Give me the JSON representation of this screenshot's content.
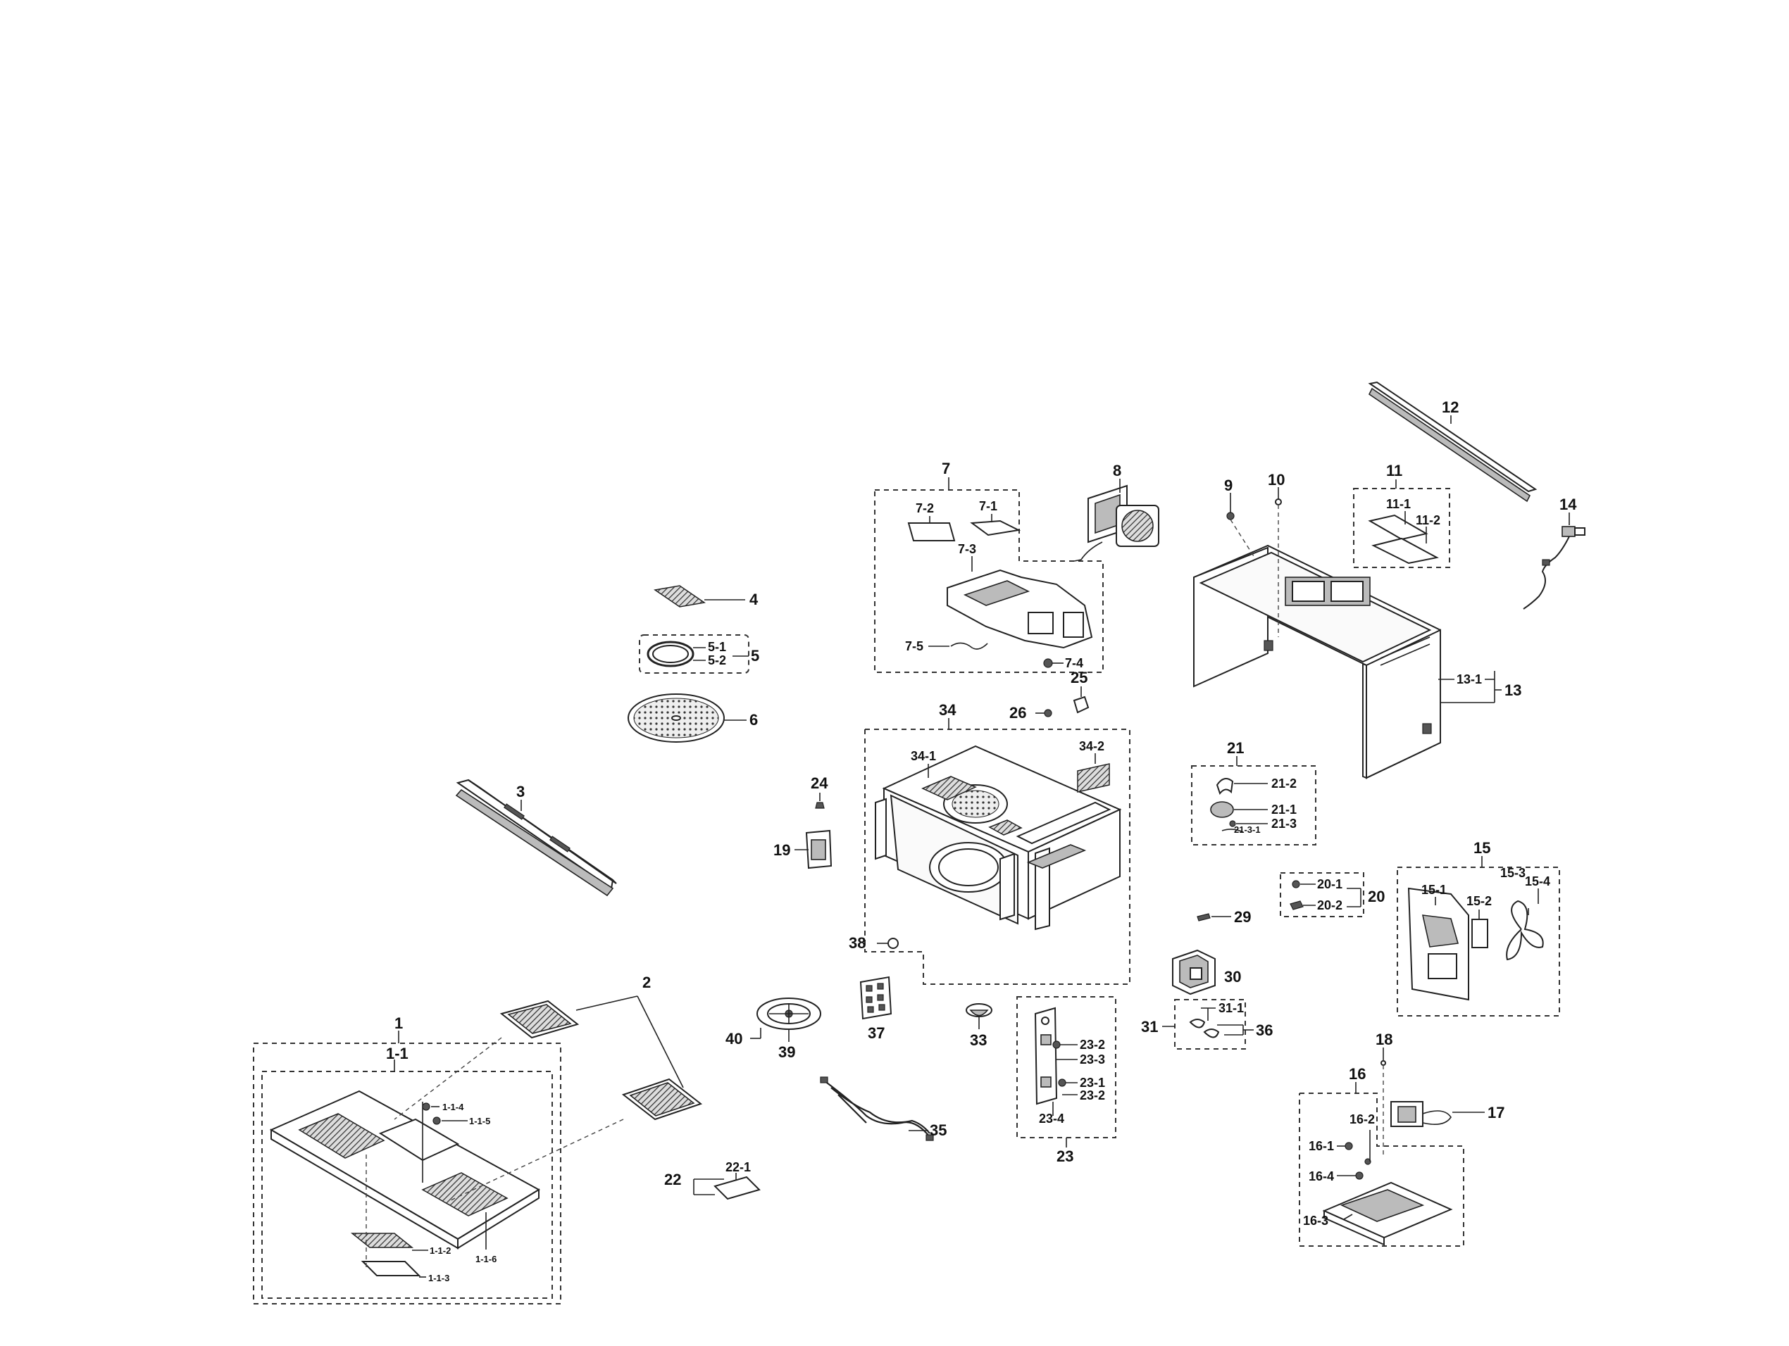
{
  "labels": {
    "l1": "1",
    "l1_1": "1-1",
    "l1_1_2": "1-1-2",
    "l1_1_3": "1-1-3",
    "l1_1_4": "1-1-4",
    "l1_1_5": "1-1-5",
    "l1_1_6": "1-1-6",
    "l2": "2",
    "l3": "3",
    "l4": "4",
    "l5": "5",
    "l5_1": "5-1",
    "l5_2": "5-2",
    "l6": "6",
    "l7": "7",
    "l7_1": "7-1",
    "l7_2": "7-2",
    "l7_3": "7-3",
    "l7_4": "7-4",
    "l7_5": "7-5",
    "l8": "8",
    "l9": "9",
    "l10": "10",
    "l11": "11",
    "l11_1": "11-1",
    "l11_2": "11-2",
    "l12": "12",
    "l13": "13",
    "l13_1": "13-1",
    "l14": "14",
    "l15": "15",
    "l15_1": "15-1",
    "l15_2": "15-2",
    "l15_3": "15-3",
    "l15_4": "15-4",
    "l16": "16",
    "l16_1": "16-1",
    "l16_2": "16-2",
    "l16_3": "16-3",
    "l16_4": "16-4",
    "l17": "17",
    "l18": "18",
    "l19": "19",
    "l20": "20",
    "l20_1": "20-1",
    "l20_2": "20-2",
    "l21": "21",
    "l21_1": "21-1",
    "l21_2": "21-2",
    "l21_3": "21-3",
    "l21_3_1": "21-3-1",
    "l22": "22",
    "l22_1": "22-1",
    "l23": "23",
    "l23_1": "23-1",
    "l23_2a": "23-2",
    "l23_2b": "23-2",
    "l23_3": "23-3",
    "l23_4": "23-4",
    "l24": "24",
    "l25": "25",
    "l26": "26",
    "l29": "29",
    "l30": "30",
    "l31": "31",
    "l31_1": "31-1",
    "l33": "33",
    "l34": "34",
    "l34_1": "34-1",
    "l34_2": "34-2",
    "l35": "35",
    "l36": "36",
    "l37": "37",
    "l38": "38",
    "l39": "39",
    "l40": "40"
  },
  "colors": {
    "line": "#222222",
    "background": "#ffffff",
    "fill_dark": "#555555",
    "fill_mid": "#bbbbbb"
  }
}
